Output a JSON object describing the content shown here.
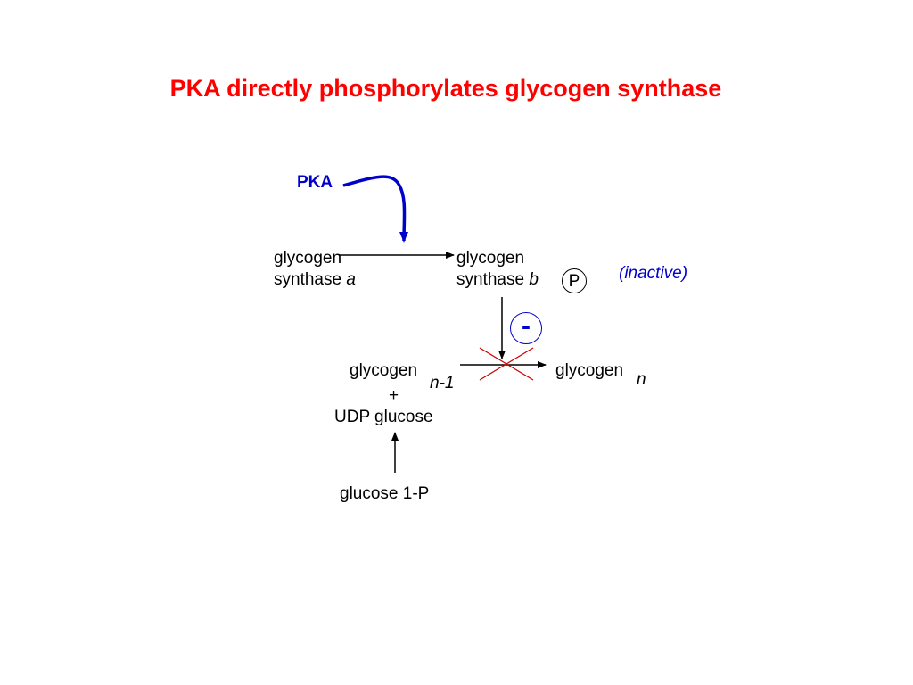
{
  "title": "PKA directly phosphorylates glycogen synthase",
  "colors": {
    "title": "#ff0000",
    "pka": "#0000cc",
    "inhibition": "#0000cc",
    "cross": "#cc0000",
    "text": "#000000"
  },
  "diagram": {
    "kinase": "PKA",
    "synthase_a": {
      "line1": "glycogen",
      "line2": "synthase",
      "suffix": "a"
    },
    "synthase_b": {
      "line1": "glycogen",
      "line2": "synthase",
      "suffix": "b"
    },
    "phosphate": "P",
    "status": "(inactive)",
    "inhibition_sign": "-",
    "substrate": {
      "name": "glycogen",
      "subscript": "n-1",
      "plus": "+",
      "cosubstrate": "UDP glucose"
    },
    "product": {
      "name": "glycogen",
      "subscript": "n"
    },
    "precursor": "glucose 1-P"
  }
}
